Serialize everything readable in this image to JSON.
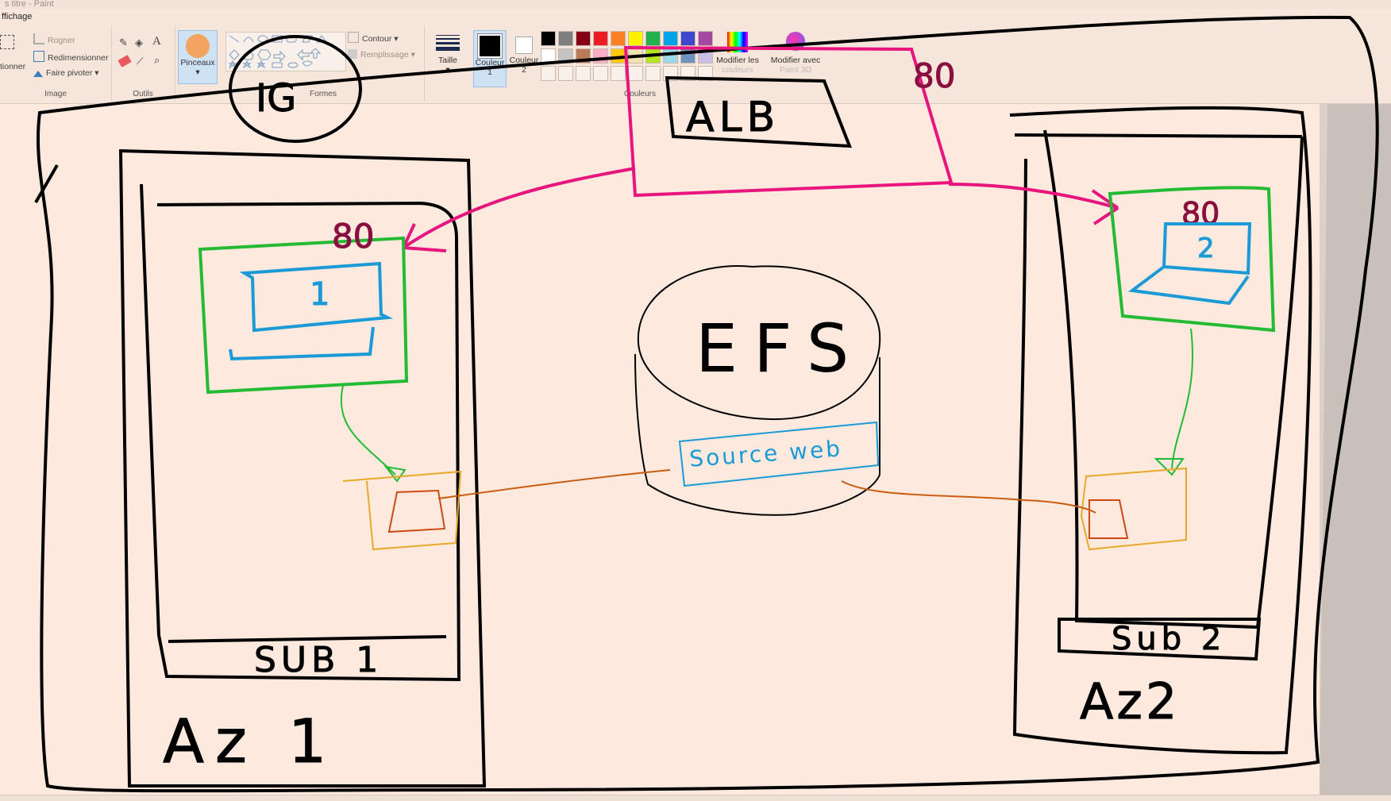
{
  "window": {
    "title": "s titre - Paint"
  },
  "menu": {
    "view_label": "ffichage"
  },
  "ribbon": {
    "image_group": {
      "select_label": "tionner",
      "crop_label": "Rogner",
      "resize_label": "Redimensionner",
      "rotate_label": "Faire pivoter",
      "group_label": "Image"
    },
    "tools_group": {
      "group_label": "Outils"
    },
    "brushes": {
      "label": "Pinceaux"
    },
    "shapes_group": {
      "outline_label": "Contour",
      "fill_label": "Remplissage",
      "group_label": "Formes"
    },
    "size": {
      "label": "Taille"
    },
    "color1": {
      "label": "Couleur",
      "number": "1"
    },
    "color2": {
      "label": "Couleur",
      "number": "2"
    },
    "colors_group": {
      "group_label": "Couleurs"
    },
    "edit_colors": {
      "label": "Modifier les",
      "label2": "couleurs"
    },
    "paint3d": {
      "label": "Modifier avec",
      "label2": "Paint 3D"
    },
    "palette_row1": [
      "#000000",
      "#7f7f7f",
      "#880015",
      "#ed1c24",
      "#ff7f27",
      "#fff200",
      "#22b14c",
      "#00a2e8",
      "#3f48cc",
      "#a349a4"
    ],
    "palette_row2": [
      "#ffffff",
      "#c3c3c3",
      "#b97a57",
      "#ffaec9",
      "#ffc90e",
      "#efe4b0",
      "#b5e61d",
      "#99d9ea",
      "#7092be",
      "#c8bfe7"
    ]
  },
  "drawing": {
    "ig_label": "IG",
    "alb_label": "ALB",
    "port_left": "80",
    "port_top": "80",
    "port_right": "80",
    "instance_left_number": "1",
    "instance_right_number": "2",
    "efs_label": "EFS",
    "source_label": "Source web",
    "subnet_left": "SUB 1",
    "subnet_right": "Sub 2",
    "az_left": "Az 1",
    "az_right": "Az2",
    "colors": {
      "vpc": "#000000",
      "alb": "#e8157f",
      "sg": "#22bb33",
      "instance": "#1a9ad6",
      "ports": "#8a0f3f",
      "mount": "#e8a82a",
      "mount_inner": "#cc4a12",
      "efs_link": "#c95d12"
    }
  }
}
